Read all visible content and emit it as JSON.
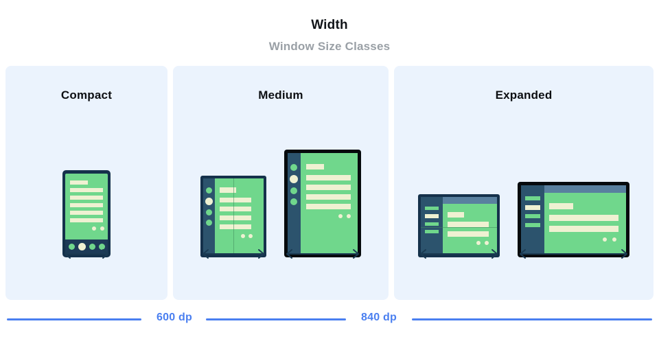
{
  "header": {
    "title": "Width",
    "subtitle": "Window Size Classes"
  },
  "colors": {
    "panel_background": "#ebf3fd",
    "page_background": "#ffffff",
    "title_text": "#111418",
    "subtitle_text": "#9aa0a6",
    "scale_blue": "#4a7ff0",
    "device_frame_navy": "#15314b",
    "device_frame_black": "#060a0d",
    "screen_green": "#70d78c",
    "content_cream": "#eff1d2",
    "nav_rail_slate": "#2c536d",
    "top_bar_steel": "#59809f",
    "arrow_navy": "#1b3a52"
  },
  "panels": [
    {
      "key": "compact",
      "label": "Compact",
      "devices": [
        {
          "name": "phone",
          "type": "phone-portrait",
          "has_bottom_nav": true,
          "nav_dots": 4,
          "nav_active_index": 1,
          "content_bars": 6,
          "mini_dots": 2
        }
      ],
      "arrows": 1
    },
    {
      "key": "medium",
      "label": "Medium",
      "devices": [
        {
          "name": "foldable-portrait",
          "type": "foldable-portrait",
          "has_nav_rail": true,
          "rail_dots": 4,
          "rail_active_index": 1,
          "content_bars": 5,
          "mini_dots": 2,
          "has_fold_seam": true
        },
        {
          "name": "tablet-portrait",
          "type": "tablet-portrait",
          "has_nav_rail": true,
          "rail_dots": 4,
          "rail_active_index": 1,
          "content_bars": 5,
          "mini_dots": 2,
          "has_fold_seam": false
        }
      ],
      "arrows": 2
    },
    {
      "key": "expanded",
      "label": "Expanded",
      "devices": [
        {
          "name": "foldable-landscape",
          "type": "foldable-landscape",
          "has_nav_rail": true,
          "rail_bars": 4,
          "rail_active_index": 1,
          "has_top_bar": true,
          "content_bars": 3,
          "mini_dots": 2,
          "has_fold_seam": true
        },
        {
          "name": "tablet-landscape",
          "type": "tablet-landscape",
          "has_nav_rail": true,
          "rail_bars": 4,
          "rail_active_index": 1,
          "has_top_bar": true,
          "content_bars": 3,
          "mini_dots": 2,
          "has_fold_seam": false
        }
      ],
      "arrows": 2
    }
  ],
  "scale": {
    "breakpoints": [
      {
        "label": "600 dp",
        "value": 600,
        "unit": "dp"
      },
      {
        "label": "840 dp",
        "value": 840,
        "unit": "dp"
      }
    ]
  }
}
